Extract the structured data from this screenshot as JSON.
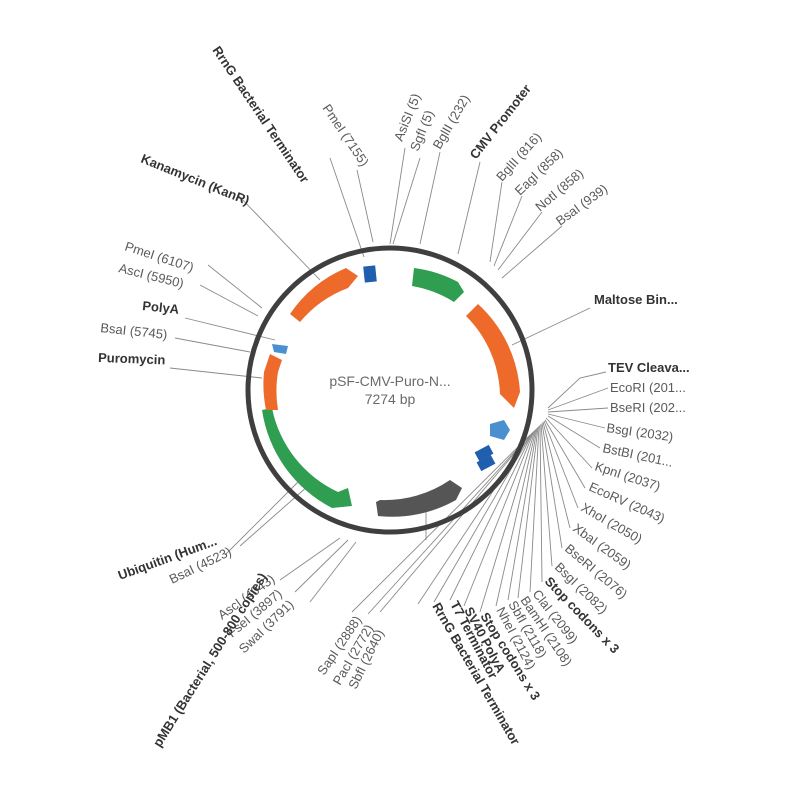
{
  "plasmid": {
    "name": "pSF-CMV-Puro-N...",
    "size": "7274 bp",
    "colors": {
      "ring": "#3f3f3f",
      "orange": "#ee6a2b",
      "green": "#2f9e51",
      "darkgray": "#555555",
      "blue": "#1f5fae",
      "lightblue": "#4a90d0"
    }
  },
  "features": [
    {
      "id": "kanR",
      "color": "orange",
      "shape": "arrow"
    },
    {
      "id": "rrng-top",
      "color": "blue",
      "shape": "box"
    },
    {
      "id": "cmv-promoter",
      "color": "green",
      "shape": "arrow"
    },
    {
      "id": "maltose-binding",
      "color": "orange",
      "shape": "arrow"
    },
    {
      "id": "tev-cleavage",
      "color": "lightblue",
      "shape": "arrow"
    },
    {
      "id": "t7-term",
      "color": "blue",
      "shape": "box"
    },
    {
      "id": "rrng-bottom",
      "color": "blue",
      "shape": "box"
    },
    {
      "id": "pmb1",
      "color": "darkgray",
      "shape": "arrow"
    },
    {
      "id": "ubiquitin",
      "color": "green",
      "shape": "arrow"
    },
    {
      "id": "puromycin",
      "color": "orange",
      "shape": "arrow"
    },
    {
      "id": "polyA",
      "color": "lightblue",
      "shape": "arrow"
    }
  ],
  "labels": {
    "rrng_top": "RrnG Bacterial Terminator",
    "pmei_7155": "PmeI (7155)",
    "asisi": "AsiSI (5)",
    "sgfi": "SgfI (5)",
    "bglii": "BglII (232)",
    "cmv": "CMV Promoter",
    "bglii_816": "BglII (816)",
    "eagi": "EagI (858)",
    "noti": "NotI (858)",
    "bsai_939": "BsaI (939)",
    "kanr": "Kanamycin (KanR)",
    "pmei_6107": "PmeI (6107)",
    "asci_5950": "AscI (5950)",
    "polya": "PolyA",
    "bsai_5745": "BsaI (5745)",
    "puro": "Puromycin",
    "maltose": "Maltose Bin...",
    "tev": "TEV Cleava...",
    "ecori": "EcoRI (201...",
    "bseri": "BseRI (202...",
    "bsgi": "BsgI (2032)",
    "bstbi": "BstBI (201...",
    "kpni": "KpnI (2037)",
    "ecorv": "EcoRV (2043)",
    "xhoi": "XhoI (2050)",
    "xbai": "XbaI (2059)",
    "bseri_2076": "BseRI (2076)",
    "bsgi_2082": "BsgI (2082)",
    "stop3a": "Stop codons x 3",
    "clai": "ClaI (2099)",
    "bamhi": "BamHI (2108)",
    "sbfi": "SbfI (2118)",
    "nhei": "NheI (2124)",
    "stop3b": "Stop codons x 3",
    "sv40": "SV40 PolyA",
    "t7": "T7 Terminator",
    "rrng_bottom": "RrnG Bacterial Terminator",
    "ubiq": "Ubiquitin (Hum...",
    "bsai_4523": "BsaI (4523)",
    "asci_4043": "AscI (4043)",
    "fsei": "FseI (3897)",
    "swai": "SwaI (3791)",
    "pmb1": "pMB1 (Bacterial, 500-800 copies)",
    "sapi": "SapI (2888)",
    "paci": "PacI (2772)",
    "sbfi_2640": "SbfI (2640)"
  }
}
